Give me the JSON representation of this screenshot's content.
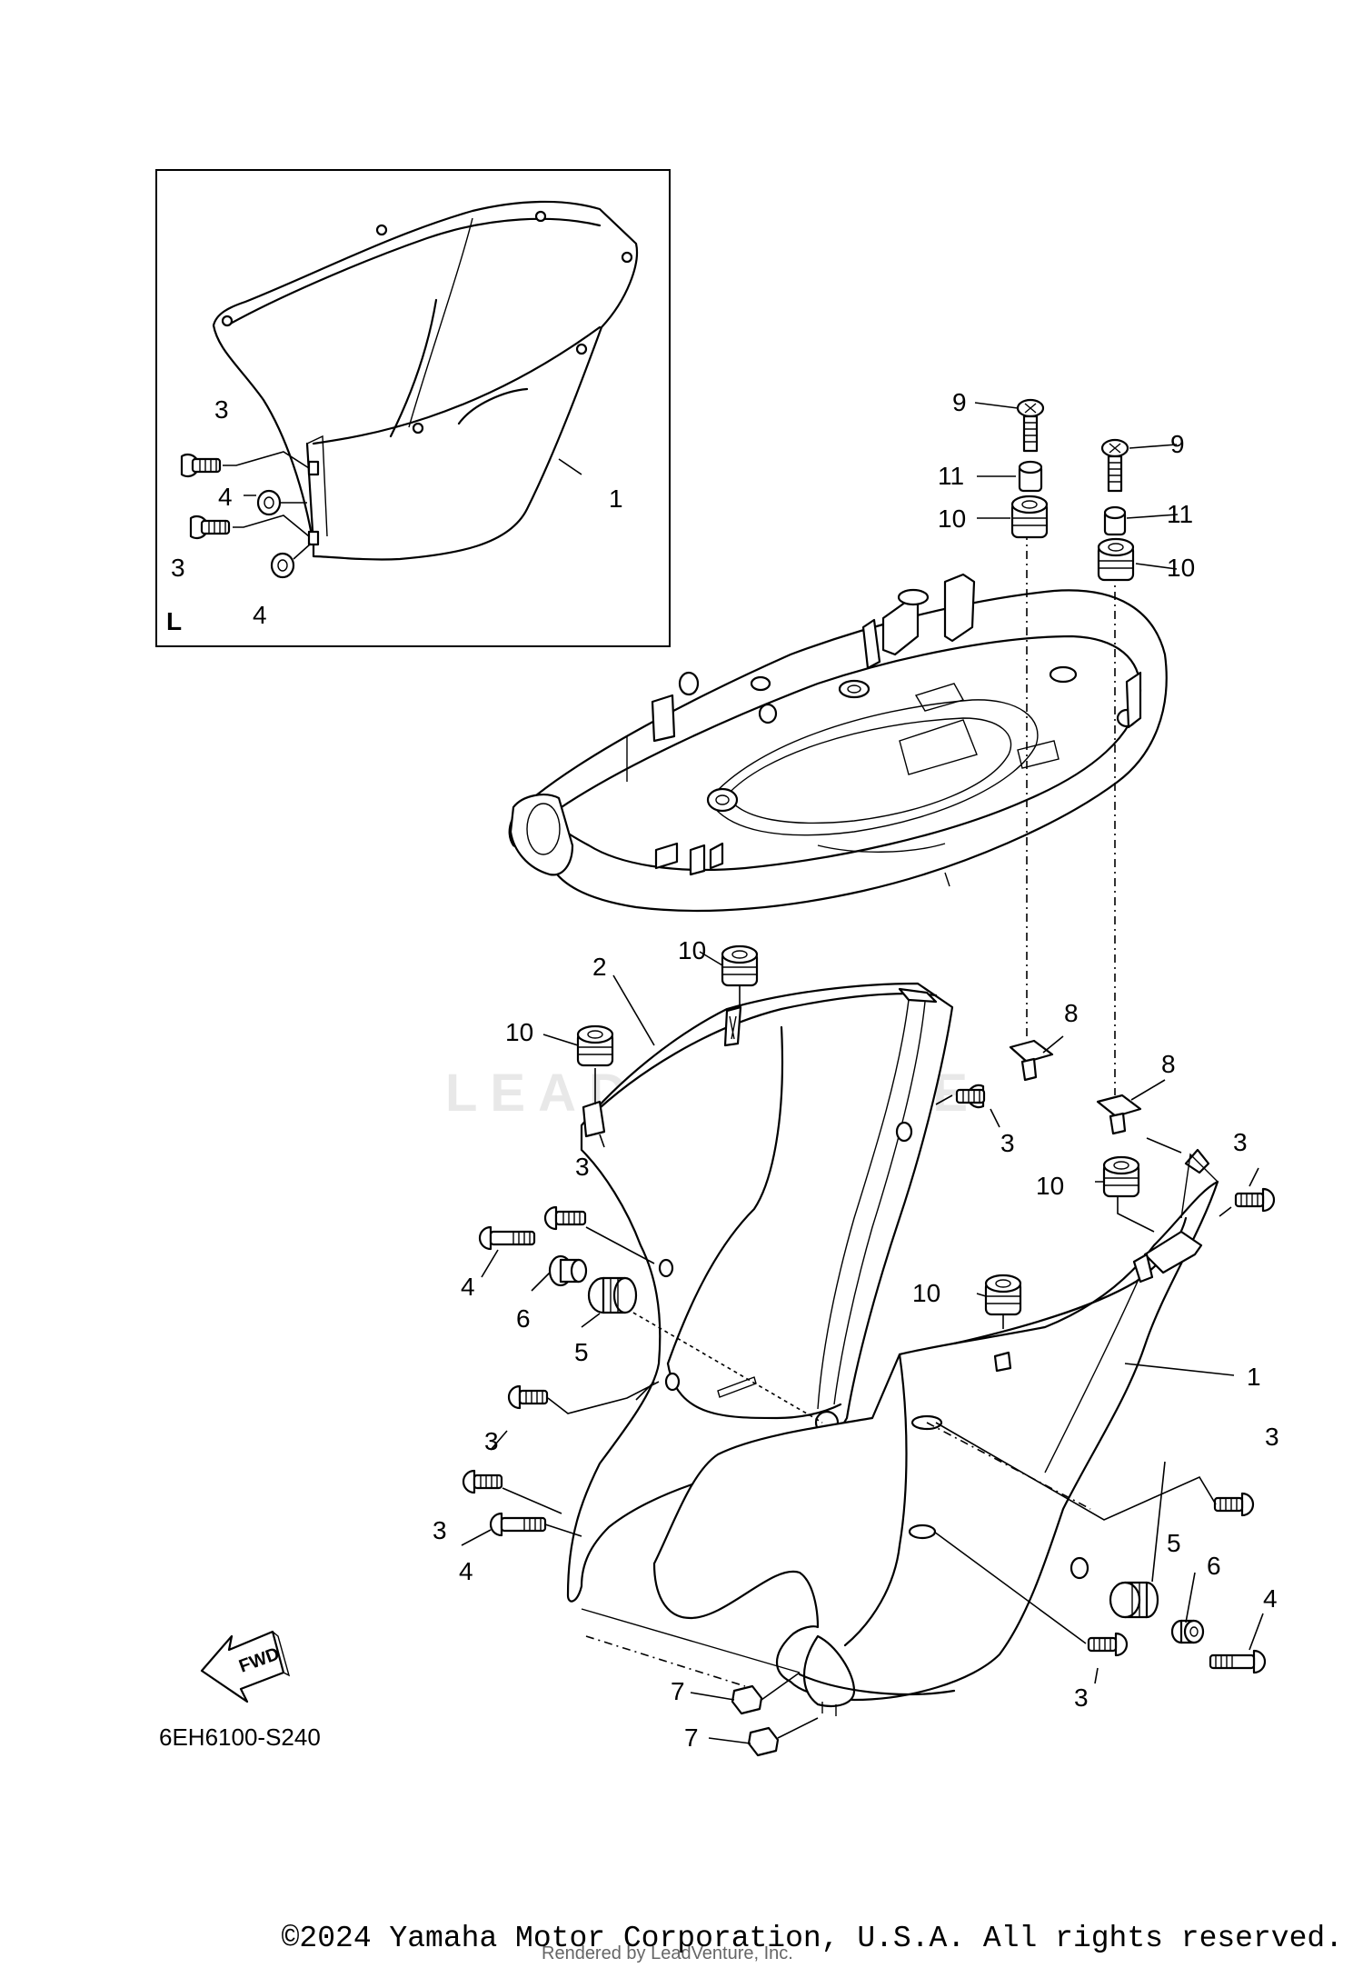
{
  "diagram": {
    "code": "6EH6100-S240",
    "fwd_label": "FWD",
    "watermark": "LEADVENTURE",
    "inset": {
      "letter": "L",
      "callouts": {
        "c3a": "3",
        "c4a": "4",
        "c3b": "3",
        "c4b": "4",
        "c1": "1"
      }
    },
    "callouts": {
      "n9a": "9",
      "n11a": "11",
      "n10a": "10",
      "n9b": "9",
      "n11b": "11",
      "n10b": "10",
      "n10c": "10",
      "n2": "2",
      "n10d": "10",
      "n8a": "8",
      "n8b": "8",
      "n3a": "3",
      "n3b": "3",
      "n3c": "3",
      "n4a": "4",
      "n6a": "6",
      "n5a": "5",
      "n10e": "10",
      "n10f": "10",
      "n1": "1",
      "n3d": "3",
      "n3e": "3",
      "n3f": "3",
      "n4b": "4",
      "n5b": "5",
      "n6b": "6",
      "n4c": "4",
      "n3g": "3",
      "n7a": "7",
      "n7b": "7"
    }
  },
  "footer": {
    "copyright": "©2024 Yamaha Motor Corporation, U.S.A. All rights reserved.",
    "rendered_by": "Rendered by LeadVenture, Inc."
  }
}
